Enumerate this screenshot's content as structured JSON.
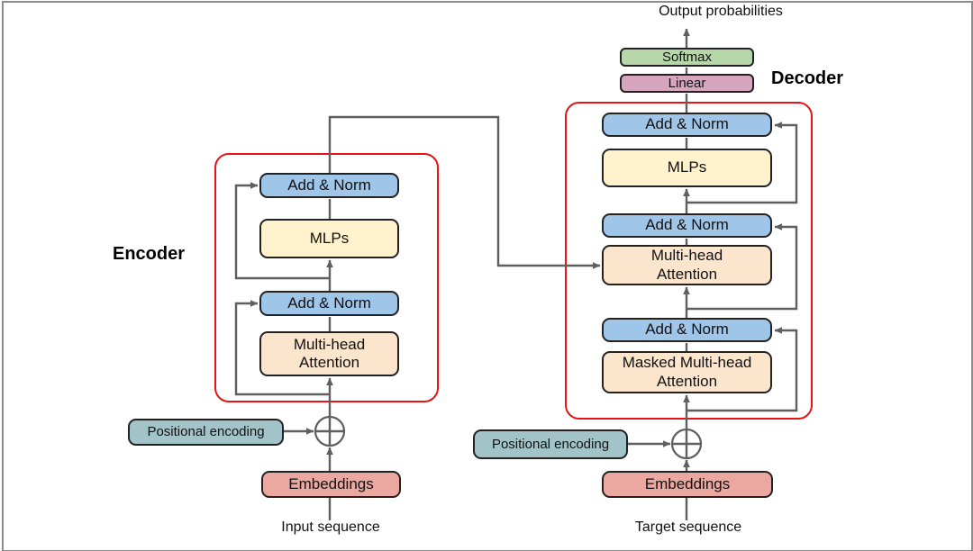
{
  "diagram": {
    "output_label": "Output probabilities",
    "softmax_label": "Softmax",
    "linear_label": "Linear",
    "decoder_title": "Decoder",
    "encoder_title": "Encoder",
    "add_norm_label": "Add & Norm",
    "mlps_label": "MLPs",
    "mha_label": "Multi-head Attention",
    "masked_mha_label": "Masked Multi-head Attention",
    "pos_enc_label": "Positional encoding",
    "embeddings_label": "Embeddings",
    "input_label": "Input sequence",
    "target_label": "Target sequence"
  },
  "colors": {
    "background": "#ffffff",
    "frame_border": "#8c8c8c",
    "wire": "#5f5f5f",
    "boundary": "#e81414",
    "box_border": "#222222",
    "softmax_fill": "#b6d7a8",
    "linear_fill": "#d5a6bd",
    "add_norm_fill": "#9fc5e8",
    "mlps_fill": "#fff2cc",
    "attention_fill": "#fce5cd",
    "pos_enc_fill": "#a2c4c9",
    "embeddings_fill": "#eba8a0"
  }
}
